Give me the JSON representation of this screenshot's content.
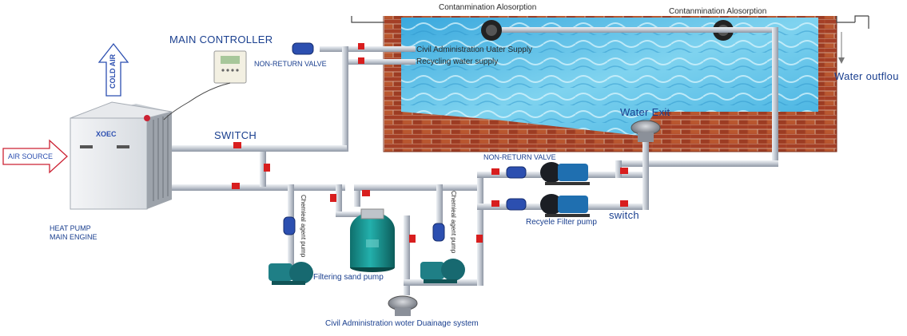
{
  "labels": {
    "contamination_left": "Contanmination Alosorption",
    "contamination_right": "Contanmination Alosorption",
    "main_controller": "MAIN CONTROLLER",
    "non_return_valve_top": "NON-RETURN VALVE",
    "civil_supply": "Civil Administration Uater Supply",
    "recycling_supply": "Recycling water supply",
    "water_outflow": "Water outflou",
    "water_exit": "Water Exit",
    "cold_air": "COLD AIR",
    "air_source": "AIR SOURCE",
    "switch_top": "SWITCH",
    "brand": "XOEC",
    "heat_pump_line1": "HEAT PUMP",
    "heat_pump_line2": "MAIN ENGINE",
    "chemical_pump_left": "Chemieal agent pump",
    "chemical_pump_right": "Chemieal agent pump",
    "filtering_sand_pump": "Filtering sand pump",
    "non_return_valve_right": "NON-RETURN VALVE",
    "switch_right": "switch",
    "recycle_filter_pump": "Recyele Filter pump",
    "drainage": "Civil Administration woter Duainage system"
  },
  "colors": {
    "label_blue": "#1a3f8f",
    "water": "#5fc0e6",
    "brick": "#a8452a",
    "pipe": "#c9ced6",
    "valve_red": "#d81e1e",
    "valve_blue": "#2c4fb0",
    "pump_teal": "#1f7f86",
    "sand_filter": "#1d9a97"
  }
}
